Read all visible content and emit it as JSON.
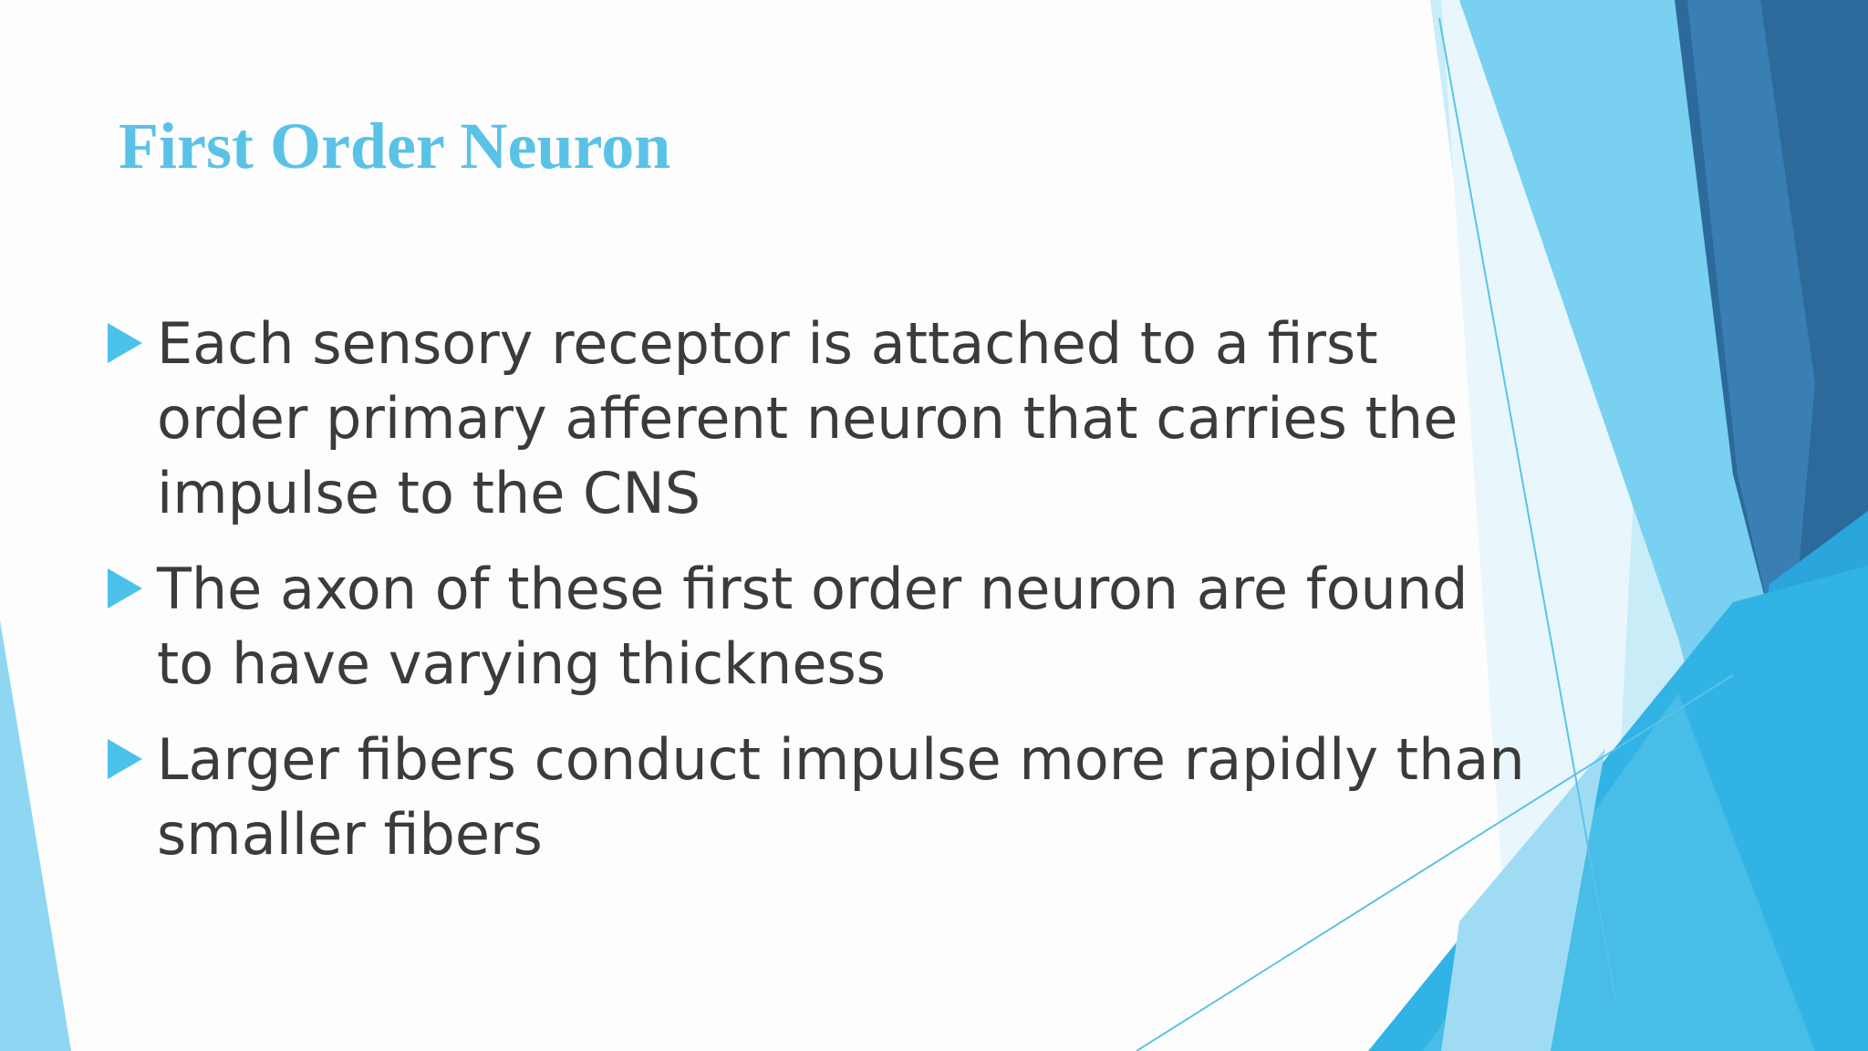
{
  "slide": {
    "title": "First Order Neuron",
    "bullets": [
      "Each sensory receptor is attached to a first order primary afferent neuron that carries the impulse to the CNS",
      "The axon of these first order neuron are found to have varying thickness",
      "Larger fibers conduct impulse more rapidly than smaller fibers"
    ],
    "bullet_icon": "triangle-bullet-icon"
  },
  "colors": {
    "title": "#5bc2e7",
    "body_text": "#3b3b3b",
    "bullet": "#4cc2ea",
    "accent_light": "#8ed6f2",
    "accent_mid": "#2db1e4",
    "accent_dark": "#2b6a9a"
  }
}
